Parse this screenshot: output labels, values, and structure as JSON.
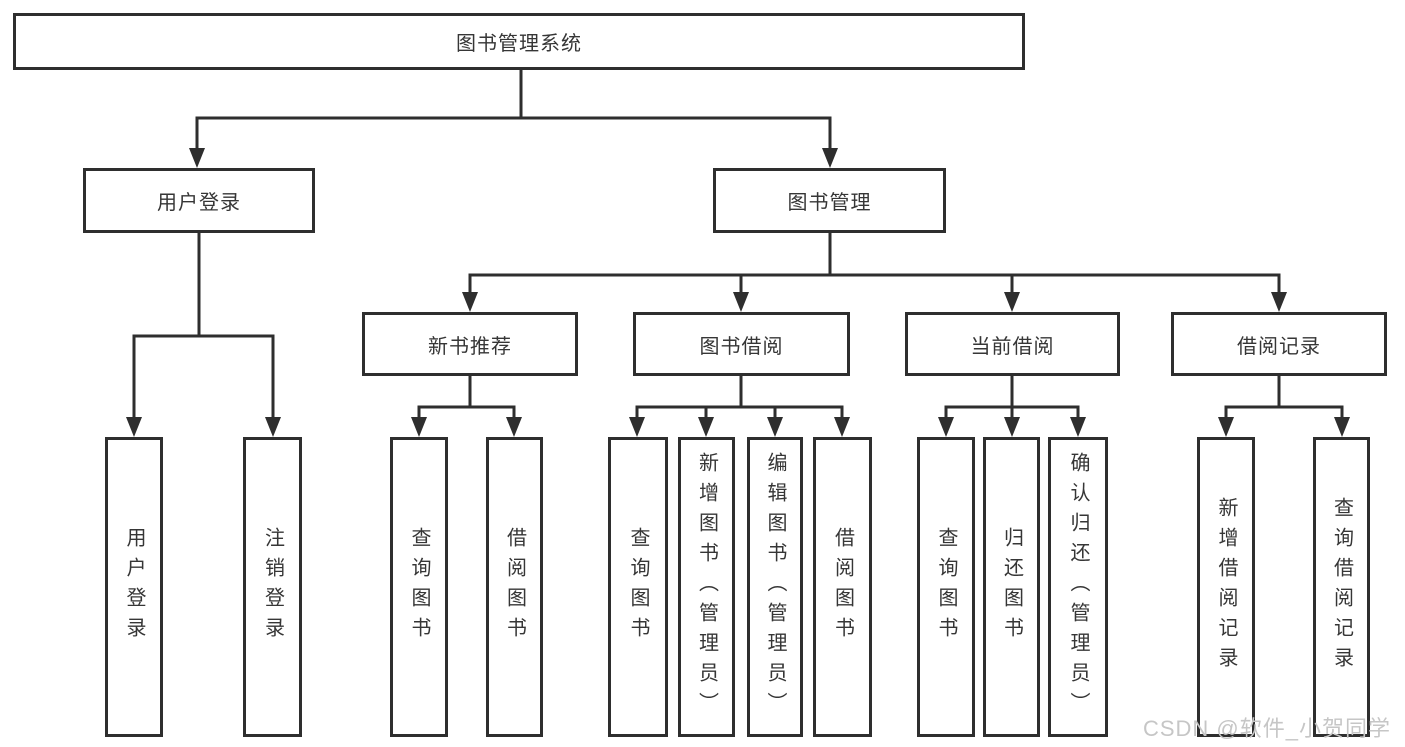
{
  "diagram": {
    "type": "tree-hierarchy",
    "title": "图书管理系统"
  },
  "nodes": {
    "root": {
      "label": "图书管理系统"
    },
    "user_login": {
      "label": "用户登录"
    },
    "book_mgmt": {
      "label": "图书管理"
    },
    "leaf_user_login": {
      "label": "用户登录"
    },
    "leaf_logout": {
      "label": "注销登录"
    },
    "new_book_rec": {
      "label": "新书推荐"
    },
    "book_borrow": {
      "label": "图书借阅"
    },
    "current_borrow": {
      "label": "当前借阅"
    },
    "borrow_records": {
      "label": "借阅记录"
    },
    "nbr_query_book": {
      "label": "查询图书"
    },
    "nbr_borrow_book": {
      "label": "借阅图书"
    },
    "bb_query_book": {
      "label": "查询图书"
    },
    "bb_add_book": {
      "label": "新增图书（管理员）"
    },
    "bb_edit_book": {
      "label": "编辑图书（管理员）"
    },
    "bb_borrow_book": {
      "label": "借阅图书"
    },
    "cb_query_book": {
      "label": "查询图书"
    },
    "cb_return_book": {
      "label": "归还图书"
    },
    "cb_confirm": {
      "label": "确认归还（管理员）"
    },
    "br_add_record": {
      "label": "新增借阅记录"
    },
    "br_query_record": {
      "label": "查询借阅记录"
    }
  },
  "edges": [
    {
      "from": "root",
      "to": "user_login"
    },
    {
      "from": "root",
      "to": "book_mgmt"
    },
    {
      "from": "user_login",
      "to": "leaf_user_login"
    },
    {
      "from": "user_login",
      "to": "leaf_logout"
    },
    {
      "from": "book_mgmt",
      "to": "new_book_rec"
    },
    {
      "from": "book_mgmt",
      "to": "book_borrow"
    },
    {
      "from": "book_mgmt",
      "to": "current_borrow"
    },
    {
      "from": "book_mgmt",
      "to": "borrow_records"
    },
    {
      "from": "new_book_rec",
      "to": "nbr_query_book"
    },
    {
      "from": "new_book_rec",
      "to": "nbr_borrow_book"
    },
    {
      "from": "book_borrow",
      "to": "bb_query_book"
    },
    {
      "from": "book_borrow",
      "to": "bb_add_book"
    },
    {
      "from": "book_borrow",
      "to": "bb_edit_book"
    },
    {
      "from": "book_borrow",
      "to": "bb_borrow_book"
    },
    {
      "from": "current_borrow",
      "to": "cb_query_book"
    },
    {
      "from": "current_borrow",
      "to": "cb_return_book"
    },
    {
      "from": "current_borrow",
      "to": "cb_confirm"
    },
    {
      "from": "borrow_records",
      "to": "br_add_record"
    },
    {
      "from": "borrow_records",
      "to": "br_query_record"
    }
  ],
  "watermark": {
    "text": "CSDN @软件_小贺同学"
  },
  "colors": {
    "background": "#ffffff",
    "box_fill": "#ffffff",
    "box_border": "#2e2e2e",
    "line": "#2e2e2e",
    "text": "#363636",
    "watermark": "#c6c6c6"
  }
}
